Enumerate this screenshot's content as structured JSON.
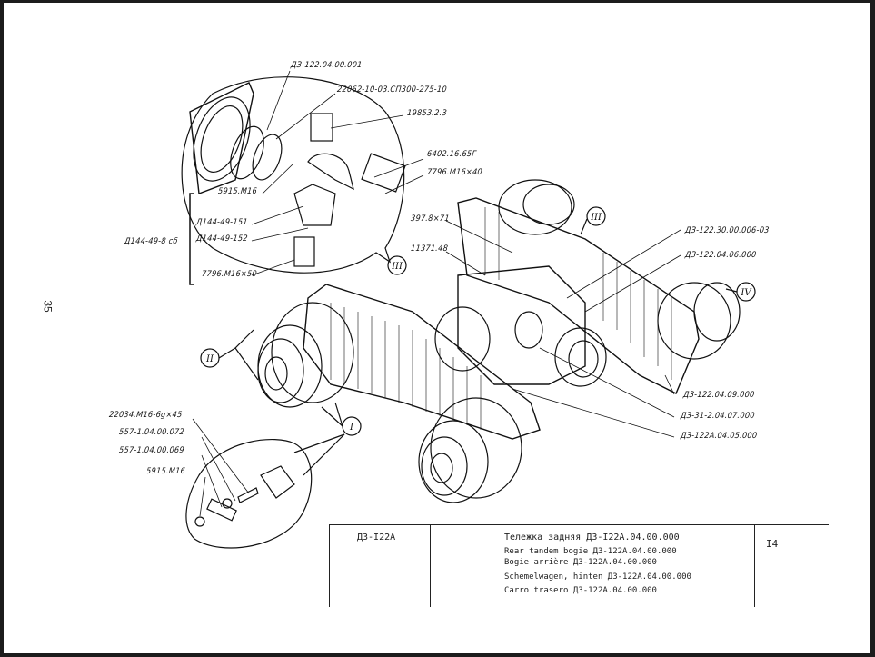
{
  "page": {
    "page_number": "35"
  },
  "callouts": {
    "detail_III": [
      "ДЗ-122.04.00.001",
      "22062-10-03.СП300-275-10",
      "19853.2.3",
      "6402.16.65Г",
      "7796.М16×40",
      "5915.М16",
      "Д144-49-151",
      "Д144-49-152",
      "7796.М16×50"
    ],
    "assembly_group": "Д144-49-8 сб",
    "main": [
      "397.8×71",
      "11371.48",
      "ДЗ-122.30.00.006-03",
      "ДЗ-122.04.06.000",
      "ДЗ-122.04.09.000",
      "ДЗ-31-2.04.07.000",
      "ДЗ-122А.04.05.000"
    ],
    "detail_I": [
      "22034.М16-6g×45",
      "557-1.04.00.072",
      "557-1.04.00.069",
      "5915.М16"
    ],
    "roman_markers": [
      "I",
      "II",
      "III",
      "III",
      "IV"
    ]
  },
  "title_block": {
    "model": "ДЗ-I22А",
    "lines": [
      "Тележка задняя ДЗ-I22А.04.00.000",
      "Rear tandem bogie ДЗ-122А.04.00.000",
      "Bogie arrière ДЗ-122А.04.00.000",
      "Schemelwagen, hinten  ДЗ-122А.04.00.000",
      "Carro trasero ДЗ-122А.04.00.000"
    ],
    "figure_number": "I4"
  }
}
